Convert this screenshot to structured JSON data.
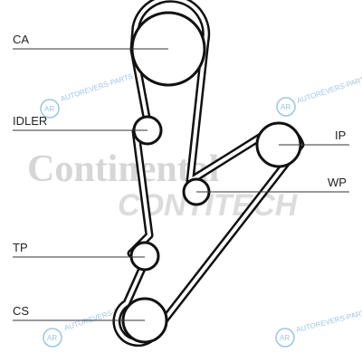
{
  "diagram": {
    "labels": {
      "ca": "CA",
      "idler": "IDLER",
      "tp": "TP",
      "cs": "CS",
      "ip": "IP",
      "wp": "WP"
    }
  },
  "watermarks": {
    "brand": "Continental",
    "sub": "CONTITECH",
    "autorevers": "AUTOREVERS-PARTS",
    "ar_badge": "AR"
  },
  "colors": {
    "belt": "#111111",
    "leader": "#333333",
    "watermark_gray": "#d6d6d6",
    "watermark_blue": "#6fa8dc"
  }
}
